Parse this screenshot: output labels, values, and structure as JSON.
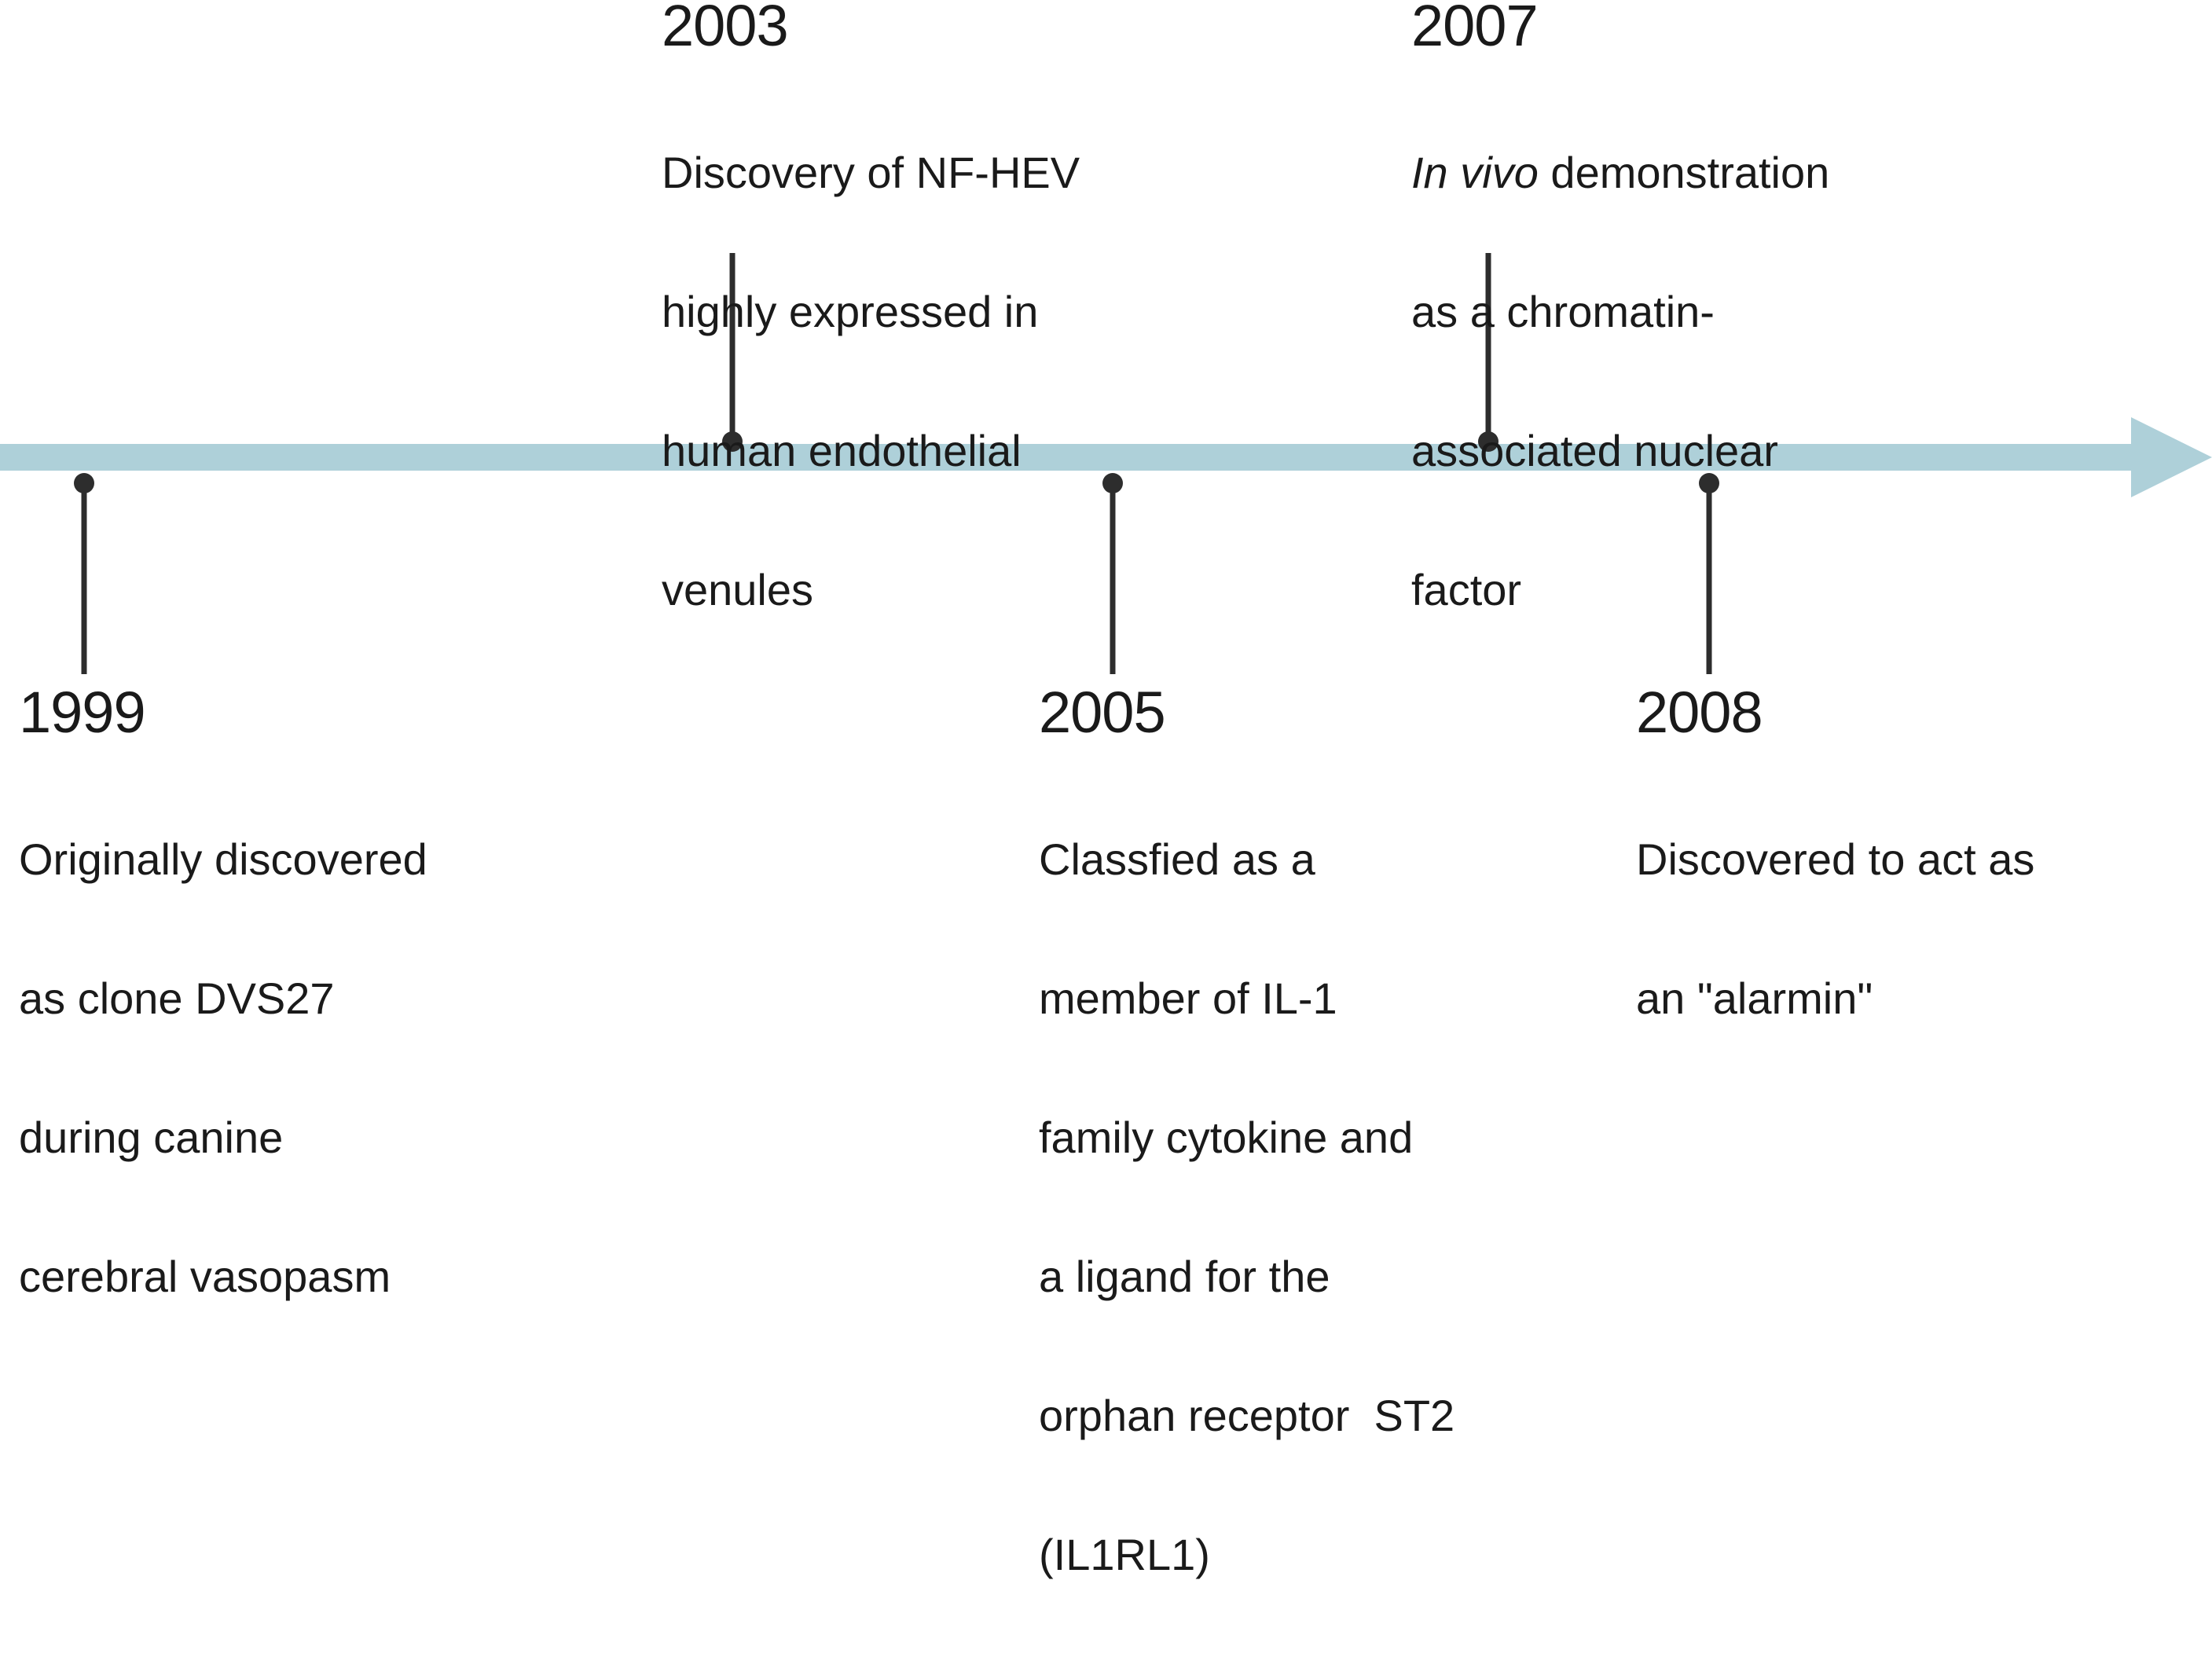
{
  "timeline": {
    "axis_color": "#aed0d9",
    "marker_color": "#2d2d2d",
    "events": [
      {
        "year": "1999",
        "lines": [
          "Originally discovered",
          "as clone DVS27",
          "during canine",
          "cerebral vasopasm"
        ],
        "position": "below"
      },
      {
        "year": "2003",
        "lines": [
          "Discovery of NF-HEV",
          "highly expressed in",
          "human endothelial",
          "venules"
        ],
        "position": "above"
      },
      {
        "year": "2005",
        "lines": [
          "Classfied as a",
          "member of IL-1",
          "family cytokine and",
          "a ligand for the",
          "orphan receptor  ST2",
          "(IL1RL1)"
        ],
        "position": "below"
      },
      {
        "year": "2007",
        "italic_prefix": "In vivo",
        "lines": [
          " demonstration",
          "as a chromatin-",
          "associated nuclear",
          "factor"
        ],
        "position": "above"
      },
      {
        "year": "2008",
        "lines": [
          "Discovered to act as",
          "an \"alarmin\""
        ],
        "position": "below"
      }
    ]
  }
}
